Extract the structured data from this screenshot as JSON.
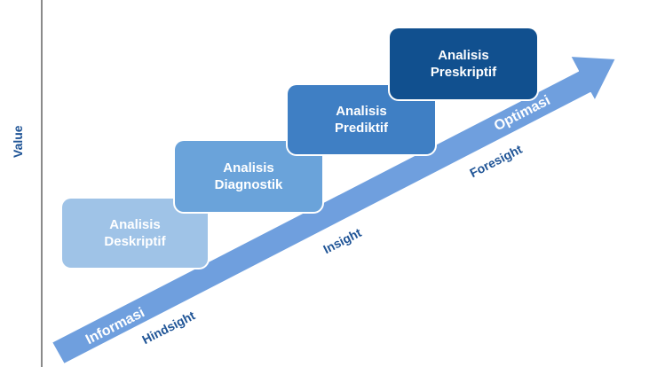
{
  "axis": {
    "y_label": "Value"
  },
  "steps": [
    {
      "line1": "Analisis",
      "line2": "Deskriptif"
    },
    {
      "line1": "Analisis",
      "line2": "Diagnostik"
    },
    {
      "line1": "Analisis",
      "line2": "Prediktif"
    },
    {
      "line1": "Analisis",
      "line2": "Preskriptif"
    }
  ],
  "arrow_labels": {
    "start": "Informasi",
    "end": "Optimasi"
  },
  "phase_labels": {
    "hindsight": "Hindsight",
    "insight": "Insight",
    "foresight": "Foresight"
  },
  "colors": {
    "step1": "#9fc3e7",
    "step2": "#6aa3da",
    "step3": "#3f7fc4",
    "step4": "#11508f",
    "arrow": "#6f9fde",
    "label_text": "#1f5496"
  }
}
